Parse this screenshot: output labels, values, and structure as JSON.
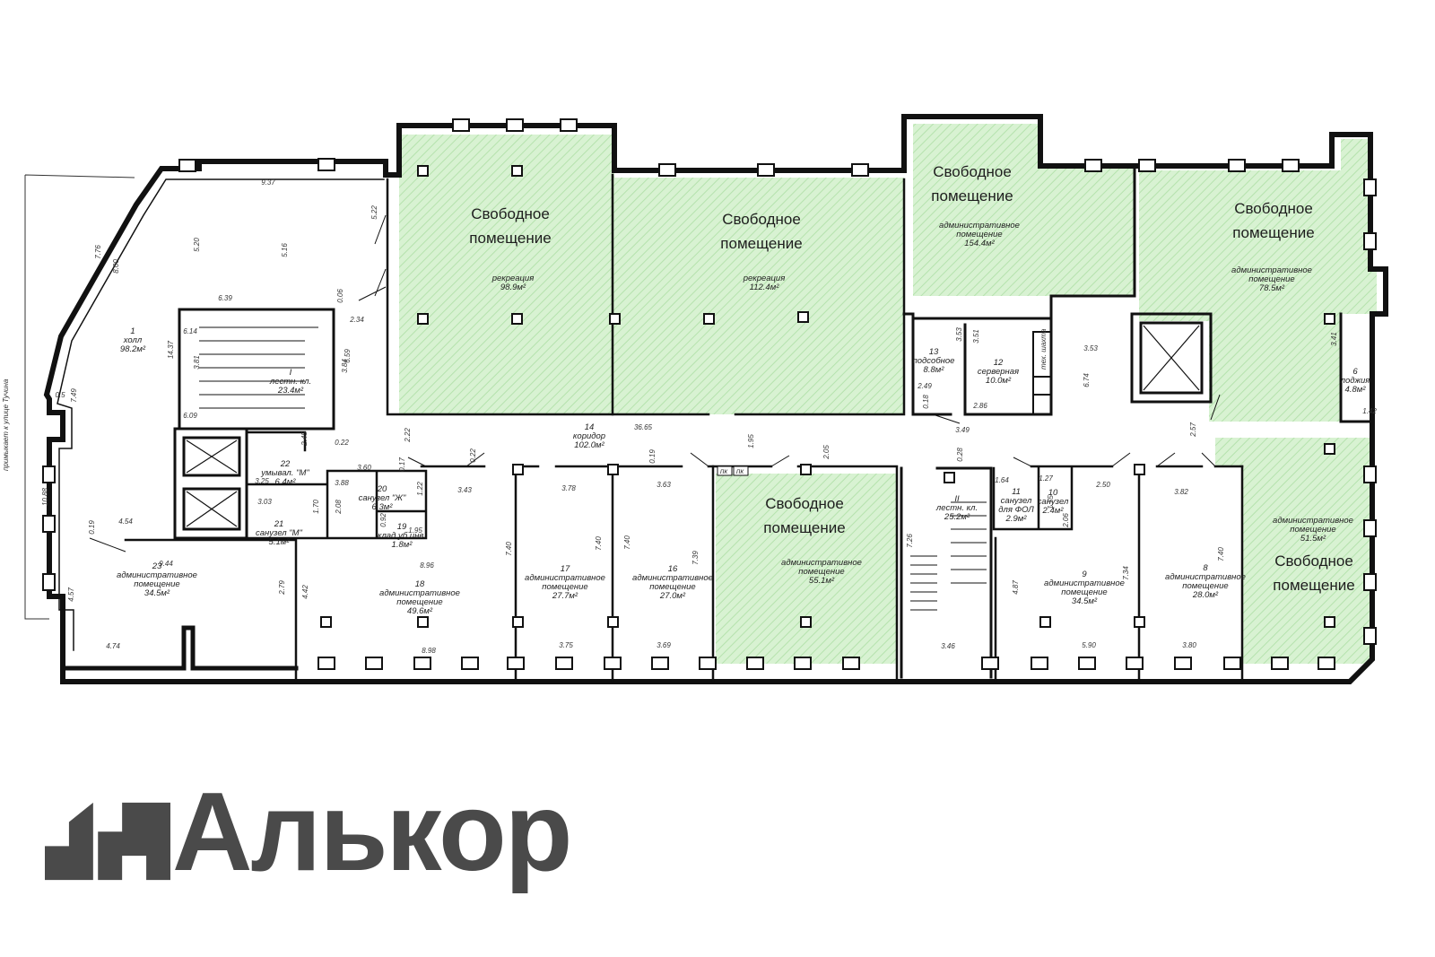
{
  "colors": {
    "free_fill": "#d8f2d2",
    "free_hatch": "#a9dca0",
    "wall": "#111111",
    "logo": "#4a4a4a"
  },
  "brand": {
    "name": "Алькор",
    "icon": "alkor-logo-icon"
  },
  "side_note": "примыкает к улице Тучина",
  "free_spaces": [
    {
      "line1": "Свободное",
      "line2": "помещение"
    },
    {
      "line1": "Свободное",
      "line2": "помещение"
    },
    {
      "line1": "Свободное",
      "line2": "помещение"
    },
    {
      "line1": "Свободное",
      "line2": "помещение"
    },
    {
      "line1": "Свободное",
      "line2": "помещение"
    },
    {
      "line1": "Свободное",
      "line2": "помещение"
    }
  ],
  "rooms": [
    {
      "lines": [
        "рекреация",
        "98.9м²"
      ]
    },
    {
      "lines": [
        "рекреация",
        "112.4м²"
      ]
    },
    {
      "lines": [
        "административное",
        "помещение",
        "154.4м²"
      ]
    },
    {
      "lines": [
        "административное",
        "помещение",
        "78.5м²"
      ]
    },
    {
      "lines": [
        "1",
        "холл",
        "98.2м²"
      ]
    },
    {
      "lines": [
        "I",
        "лестн. кл.",
        "23.4м²"
      ]
    },
    {
      "lines": [
        "13",
        "подсобное",
        "8.8м²"
      ]
    },
    {
      "lines": [
        "12",
        "серверная",
        "10.0м²"
      ]
    },
    {
      "lines": [
        "6",
        "лоджия",
        "4.8м²"
      ]
    },
    {
      "lines": [
        "14",
        "коридор",
        "102.0м²"
      ]
    },
    {
      "lines": [
        "22",
        "умывал. \"М\"",
        "6.4м²"
      ]
    },
    {
      "lines": [
        "20",
        "санузел \"Ж\"",
        "6.3м²"
      ]
    },
    {
      "lines": [
        "21",
        "санузел \"М\"",
        "5.1м²"
      ]
    },
    {
      "lines": [
        "19",
        "клад.уб.инв.",
        "1.8м²"
      ]
    },
    {
      "lines": [
        "23",
        "административное",
        "помещение",
        "34.5м²"
      ]
    },
    {
      "lines": [
        "18",
        "административное",
        "помещение",
        "49.6м²"
      ]
    },
    {
      "lines": [
        "17",
        "административное",
        "помещение",
        "27.7м²"
      ]
    },
    {
      "lines": [
        "16",
        "административное",
        "помещение",
        "27.0м²"
      ]
    },
    {
      "lines": [
        "административное",
        "помещение",
        "55.1м²"
      ]
    },
    {
      "lines": [
        "II",
        "лестн. кл.",
        "25.2м²"
      ]
    },
    {
      "lines": [
        "11",
        "санузел",
        "для ФОЛ",
        "2.9м²"
      ]
    },
    {
      "lines": [
        "10",
        "санузел",
        "2.4м²"
      ]
    },
    {
      "lines": [
        "9",
        "административное",
        "помещение",
        "34.5м²"
      ]
    },
    {
      "lines": [
        "8",
        "административное",
        "помещение",
        "28.0м²"
      ]
    },
    {
      "lines": [
        "административное",
        "помещение",
        "51.5м²"
      ]
    }
  ],
  "dims": [
    "9.37",
    "5.22",
    "7.76",
    "8.00",
    "5.20",
    "5.16",
    "6.39",
    "0.06",
    "2.34",
    "6.14",
    "14.37",
    "3.81",
    "3.84",
    "6.59",
    "6.09",
    "0.5",
    "7.49",
    "2.45",
    "0.22",
    "2.22",
    "3.25",
    "3.03",
    "1.70",
    "3.60",
    "3.88",
    "2.08",
    "0.92",
    "1.95",
    "1.22",
    "0.17",
    "0.22",
    "3.43",
    "10.88",
    "0.19",
    "4.54",
    "9.44",
    "2.79",
    "4.42",
    "4.57",
    "4.74",
    "8.96",
    "8.98",
    "36.65",
    "3.78",
    "0.19",
    "3.63",
    "1.95",
    "2.05",
    "7.40",
    "7.40",
    "7.40",
    "7.39",
    "3.75",
    "3.69",
    "3.53",
    "3.51",
    "2.49",
    "0.18",
    "2.86",
    "3.53",
    "6.74",
    "3.41",
    "1.42",
    "2.57",
    "3.49",
    "0.28",
    "7.26",
    "3.46",
    "1.64",
    "1.27",
    "1.75",
    "2.06",
    "2.50",
    "3.82",
    "4.87",
    "7.34",
    "7.40",
    "5.90",
    "3.80"
  ],
  "ui_labels": {
    "pk": "пк",
    "tech": "тех. шахта"
  }
}
